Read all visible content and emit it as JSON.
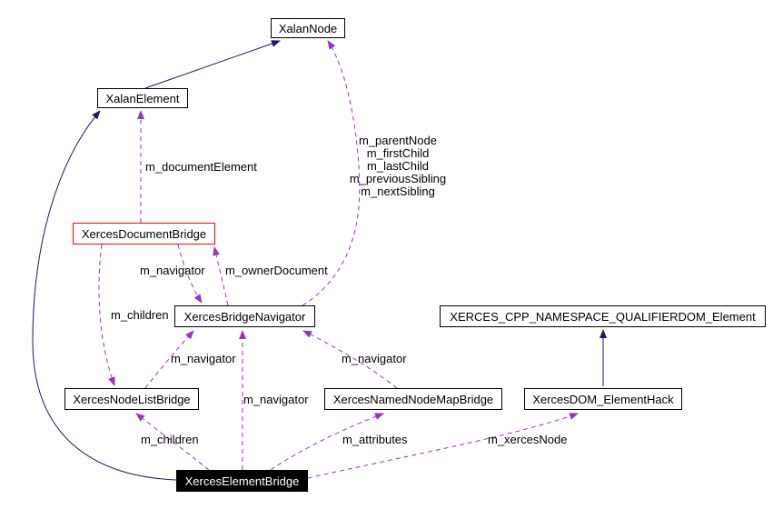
{
  "diagram": {
    "type": "doxygen-collaboration-graph",
    "colors": {
      "inheritance": "#191970",
      "usage": "#9a32cd",
      "node_border": "#000000",
      "highlight_border": "#ff0000",
      "current_bg": "#000000",
      "current_text": "#ffffff",
      "background": "#ffffff"
    },
    "nodes": [
      {
        "id": "xalan-node",
        "label": "XalanNode",
        "style": "normal"
      },
      {
        "id": "xalan-element",
        "label": "XalanElement",
        "style": "normal"
      },
      {
        "id": "xerces-document-bridge",
        "label": "XercesDocumentBridge",
        "style": "red-border"
      },
      {
        "id": "xerces-bridge-navigator",
        "label": "XercesBridgeNavigator",
        "style": "normal"
      },
      {
        "id": "xerces-cpp-namespace-qualifier-dom-element",
        "label": "XERCES_CPP_NAMESPACE_QUALIFIERDOM_Element",
        "style": "normal"
      },
      {
        "id": "xerces-node-list-bridge",
        "label": "XercesNodeListBridge",
        "style": "normal"
      },
      {
        "id": "xerces-named-node-map-bridge",
        "label": "XercesNamedNodeMapBridge",
        "style": "normal"
      },
      {
        "id": "xerces-dom-element-hack",
        "label": "XercesDOM_ElementHack",
        "style": "normal"
      },
      {
        "id": "xerces-element-bridge",
        "label": "XercesElementBridge",
        "style": "current"
      }
    ],
    "edges": [
      {
        "from": "XalanElement",
        "to": "XalanNode",
        "type": "inheritance",
        "label": ""
      },
      {
        "from": "XercesElementBridge",
        "to": "XalanElement",
        "type": "inheritance",
        "label": ""
      },
      {
        "from": "XercesDOM_ElementHack",
        "to": "XERCES_CPP_NAMESPACE_QUALIFIERDOM_Element",
        "type": "inheritance",
        "label": ""
      },
      {
        "from": "XercesDocumentBridge",
        "to": "XalanElement",
        "type": "usage",
        "label": "m_documentElement"
      },
      {
        "from": "XercesBridgeNavigator",
        "to": "XalanNode",
        "type": "usage",
        "labels": [
          "m_parentNode",
          "m_firstChild",
          "m_lastChild",
          "m_previousSibling",
          "m_nextSibling"
        ]
      },
      {
        "from": "XercesDocumentBridge",
        "to": "XercesBridgeNavigator",
        "type": "usage",
        "label": "m_navigator"
      },
      {
        "from": "XercesBridgeNavigator",
        "to": "XercesDocumentBridge",
        "type": "usage",
        "label": "m_ownerDocument"
      },
      {
        "from": "XercesDocumentBridge",
        "to": "XercesNodeListBridge",
        "type": "usage",
        "label": "m_children"
      },
      {
        "from": "XercesNodeListBridge",
        "to": "XercesBridgeNavigator",
        "type": "usage",
        "label": "m_navigator"
      },
      {
        "from": "XercesNamedNodeMapBridge",
        "to": "XercesBridgeNavigator",
        "type": "usage",
        "label": "m_navigator"
      },
      {
        "from": "XercesElementBridge",
        "to": "XercesBridgeNavigator",
        "type": "usage",
        "label": "m_navigator"
      },
      {
        "from": "XercesElementBridge",
        "to": "XercesNodeListBridge",
        "type": "usage",
        "label": "m_children"
      },
      {
        "from": "XercesElementBridge",
        "to": "XercesNamedNodeMapBridge",
        "type": "usage",
        "label": "m_attributes"
      },
      {
        "from": "XercesElementBridge",
        "to": "XercesDOM_ElementHack",
        "type": "usage",
        "label": "m_xercesNode"
      }
    ]
  }
}
